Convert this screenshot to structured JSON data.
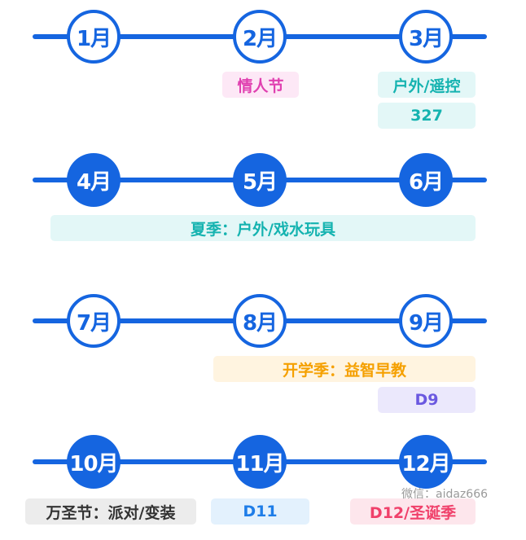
{
  "rows": [
    {
      "months": [
        "1月",
        "2月",
        "3月"
      ]
    },
    {
      "months": [
        "4月",
        "5月",
        "6月"
      ]
    },
    {
      "months": [
        "7月",
        "8月",
        "9月"
      ]
    },
    {
      "months": [
        "10月",
        "11月",
        "12月"
      ]
    }
  ],
  "tags": {
    "valentines": {
      "text": "情人节",
      "color": "#e040b0",
      "bg": "#fde8f6"
    },
    "outdoor_remote": {
      "text": "户外/遥控",
      "color": "#15b3b0",
      "bg": "#e3f7f7"
    },
    "code_327": {
      "text": "327",
      "color": "#15b3b0",
      "bg": "#e3f7f7"
    },
    "summer": {
      "text": "夏季：户外/戏水玩具",
      "color": "#15b3b0",
      "bg": "#e3f7f7"
    },
    "back_to_school": {
      "text": "开学季：益智早教",
      "color": "#f5a000",
      "bg": "#fff4e0"
    },
    "d9": {
      "text": "D9",
      "color": "#6a58e0",
      "bg": "#ebe8fc"
    },
    "halloween": {
      "text": "万圣节：派对/变装",
      "color": "#333333",
      "bg": "#ececec"
    },
    "d11": {
      "text": "D11",
      "color": "#1e7de8",
      "bg": "#e3f1fd"
    },
    "d12_christmas": {
      "text": "D12/圣诞季",
      "color": "#f0406a",
      "bg": "#fde6ec"
    }
  },
  "watermark": "微信：aidaz666",
  "colors": {
    "accent": "#1565e0"
  }
}
